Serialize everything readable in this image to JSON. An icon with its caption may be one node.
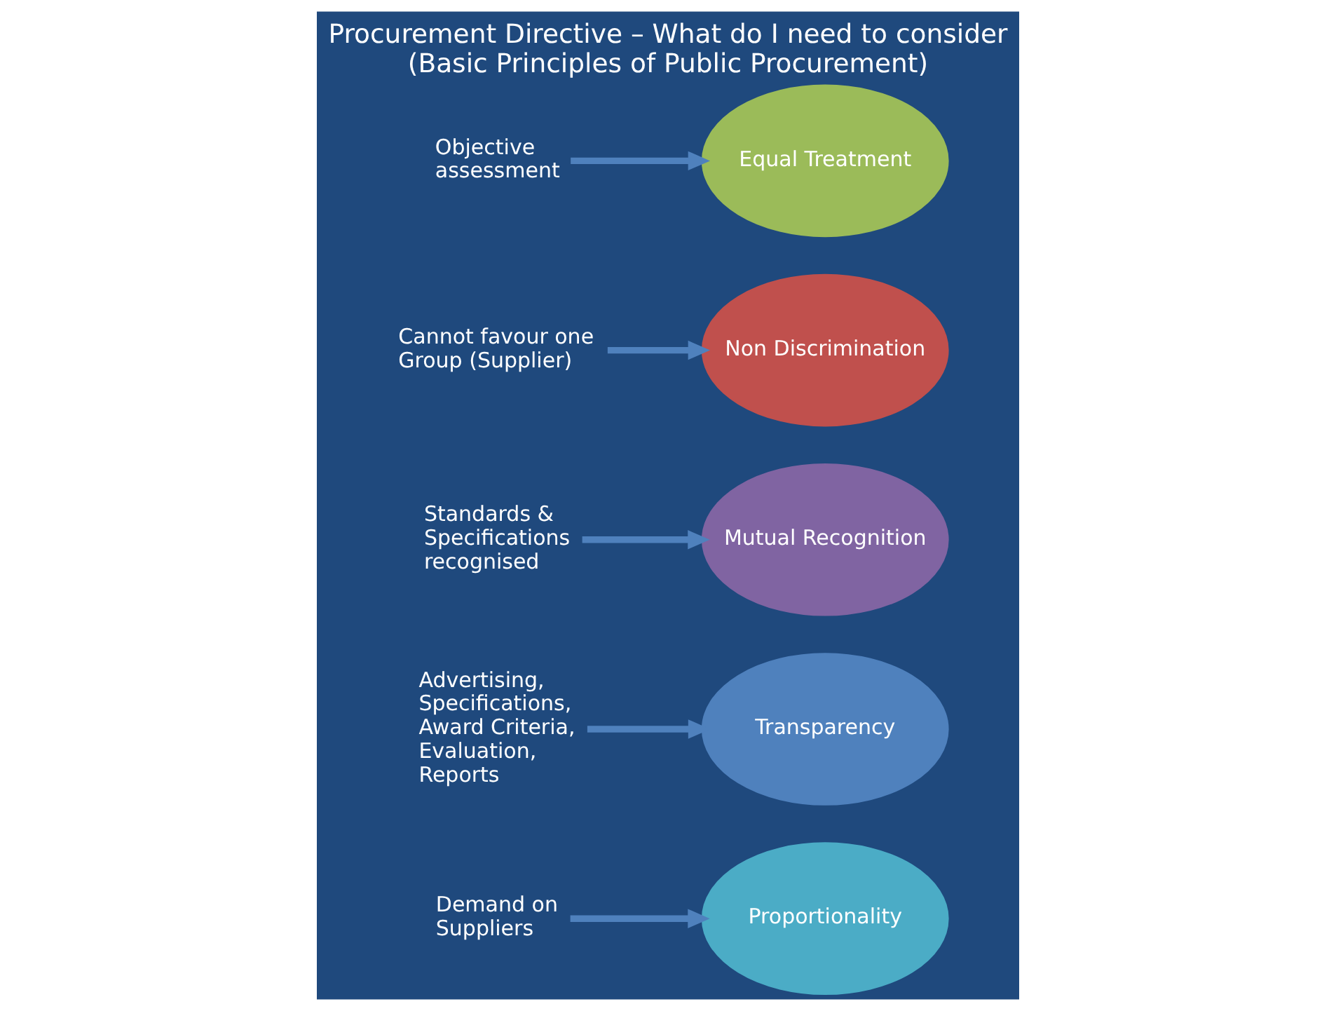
{
  "diagram": {
    "title": "Procurement Directive – What do I need to consider",
    "caption": "(Basic Principles of Public Procurement)",
    "nodes": [
      {
        "text": [
          "Proportionality"
        ]
      },
      {
        "text": [
          "Transparency"
        ]
      },
      {
        "text": [
          "Mutual Recognition"
        ]
      },
      {
        "text": [
          "Non Discrimination"
        ]
      },
      {
        "text": [
          "Equal Treatment"
        ]
      },
      {
        "text": [
          "Demand on Suppliers"
        ]
      },
      {
        "text": [
          "Advertising, Specifications, Award Criteria, Evaluation, Reports"
        ]
      },
      {
        "text": [
          "Standards & Specifications recognised"
        ]
      },
      {
        "text": [
          "Objective assessment"
        ]
      },
      {
        "text": [
          "Cannot favour one Group (Supplier)"
        ]
      }
    ],
    "edges": [
      {
        "from": 5,
        "to": 0,
        "arrow": "to"
      },
      {
        "from": 6,
        "to": 1,
        "arrow": "to"
      },
      {
        "from": 7,
        "to": 2,
        "arrow": "to"
      },
      {
        "from": 8,
        "to": 4,
        "arrow": "to"
      },
      {
        "from": 9,
        "to": 3,
        "arrow": "to"
      }
    ]
  }
}
